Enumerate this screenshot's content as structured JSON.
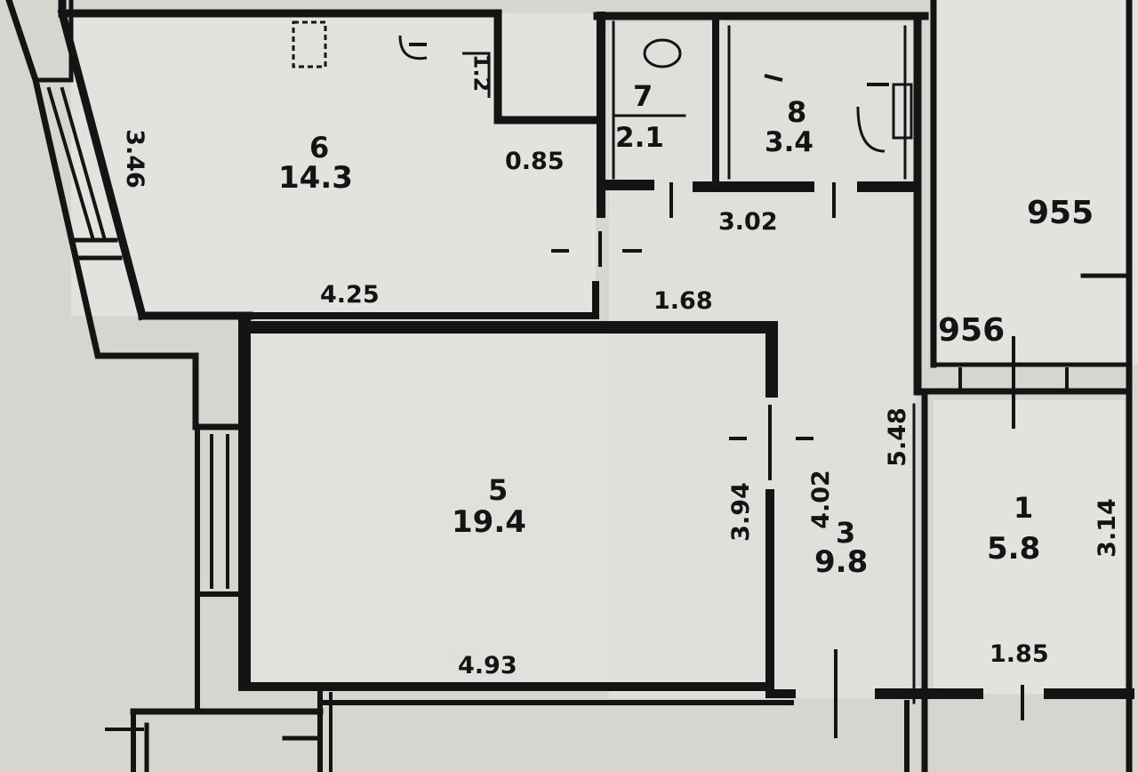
{
  "rooms": {
    "r6": {
      "number": "6",
      "area": "14.3"
    },
    "r7": {
      "number": "7",
      "area": "2.1"
    },
    "r8": {
      "number": "8",
      "area": "3.4"
    },
    "r5": {
      "number": "5",
      "area": "19.4"
    },
    "r3": {
      "number": "3",
      "area": "9.8"
    },
    "r1": {
      "number": "1",
      "area": "5.8"
    }
  },
  "dimensions": {
    "d_085": "0.85",
    "d_302": "3.02",
    "d_425": "4.25",
    "d_168": "1.68",
    "d_493": "4.93",
    "d_394": "3.94",
    "d_402": "4.02",
    "d_548": "5.48",
    "d_314": "3.14",
    "d_185": "1.85",
    "d_346": "3.46",
    "d_12": "1.2"
  },
  "codes": {
    "c955": "955",
    "c956": "956"
  }
}
